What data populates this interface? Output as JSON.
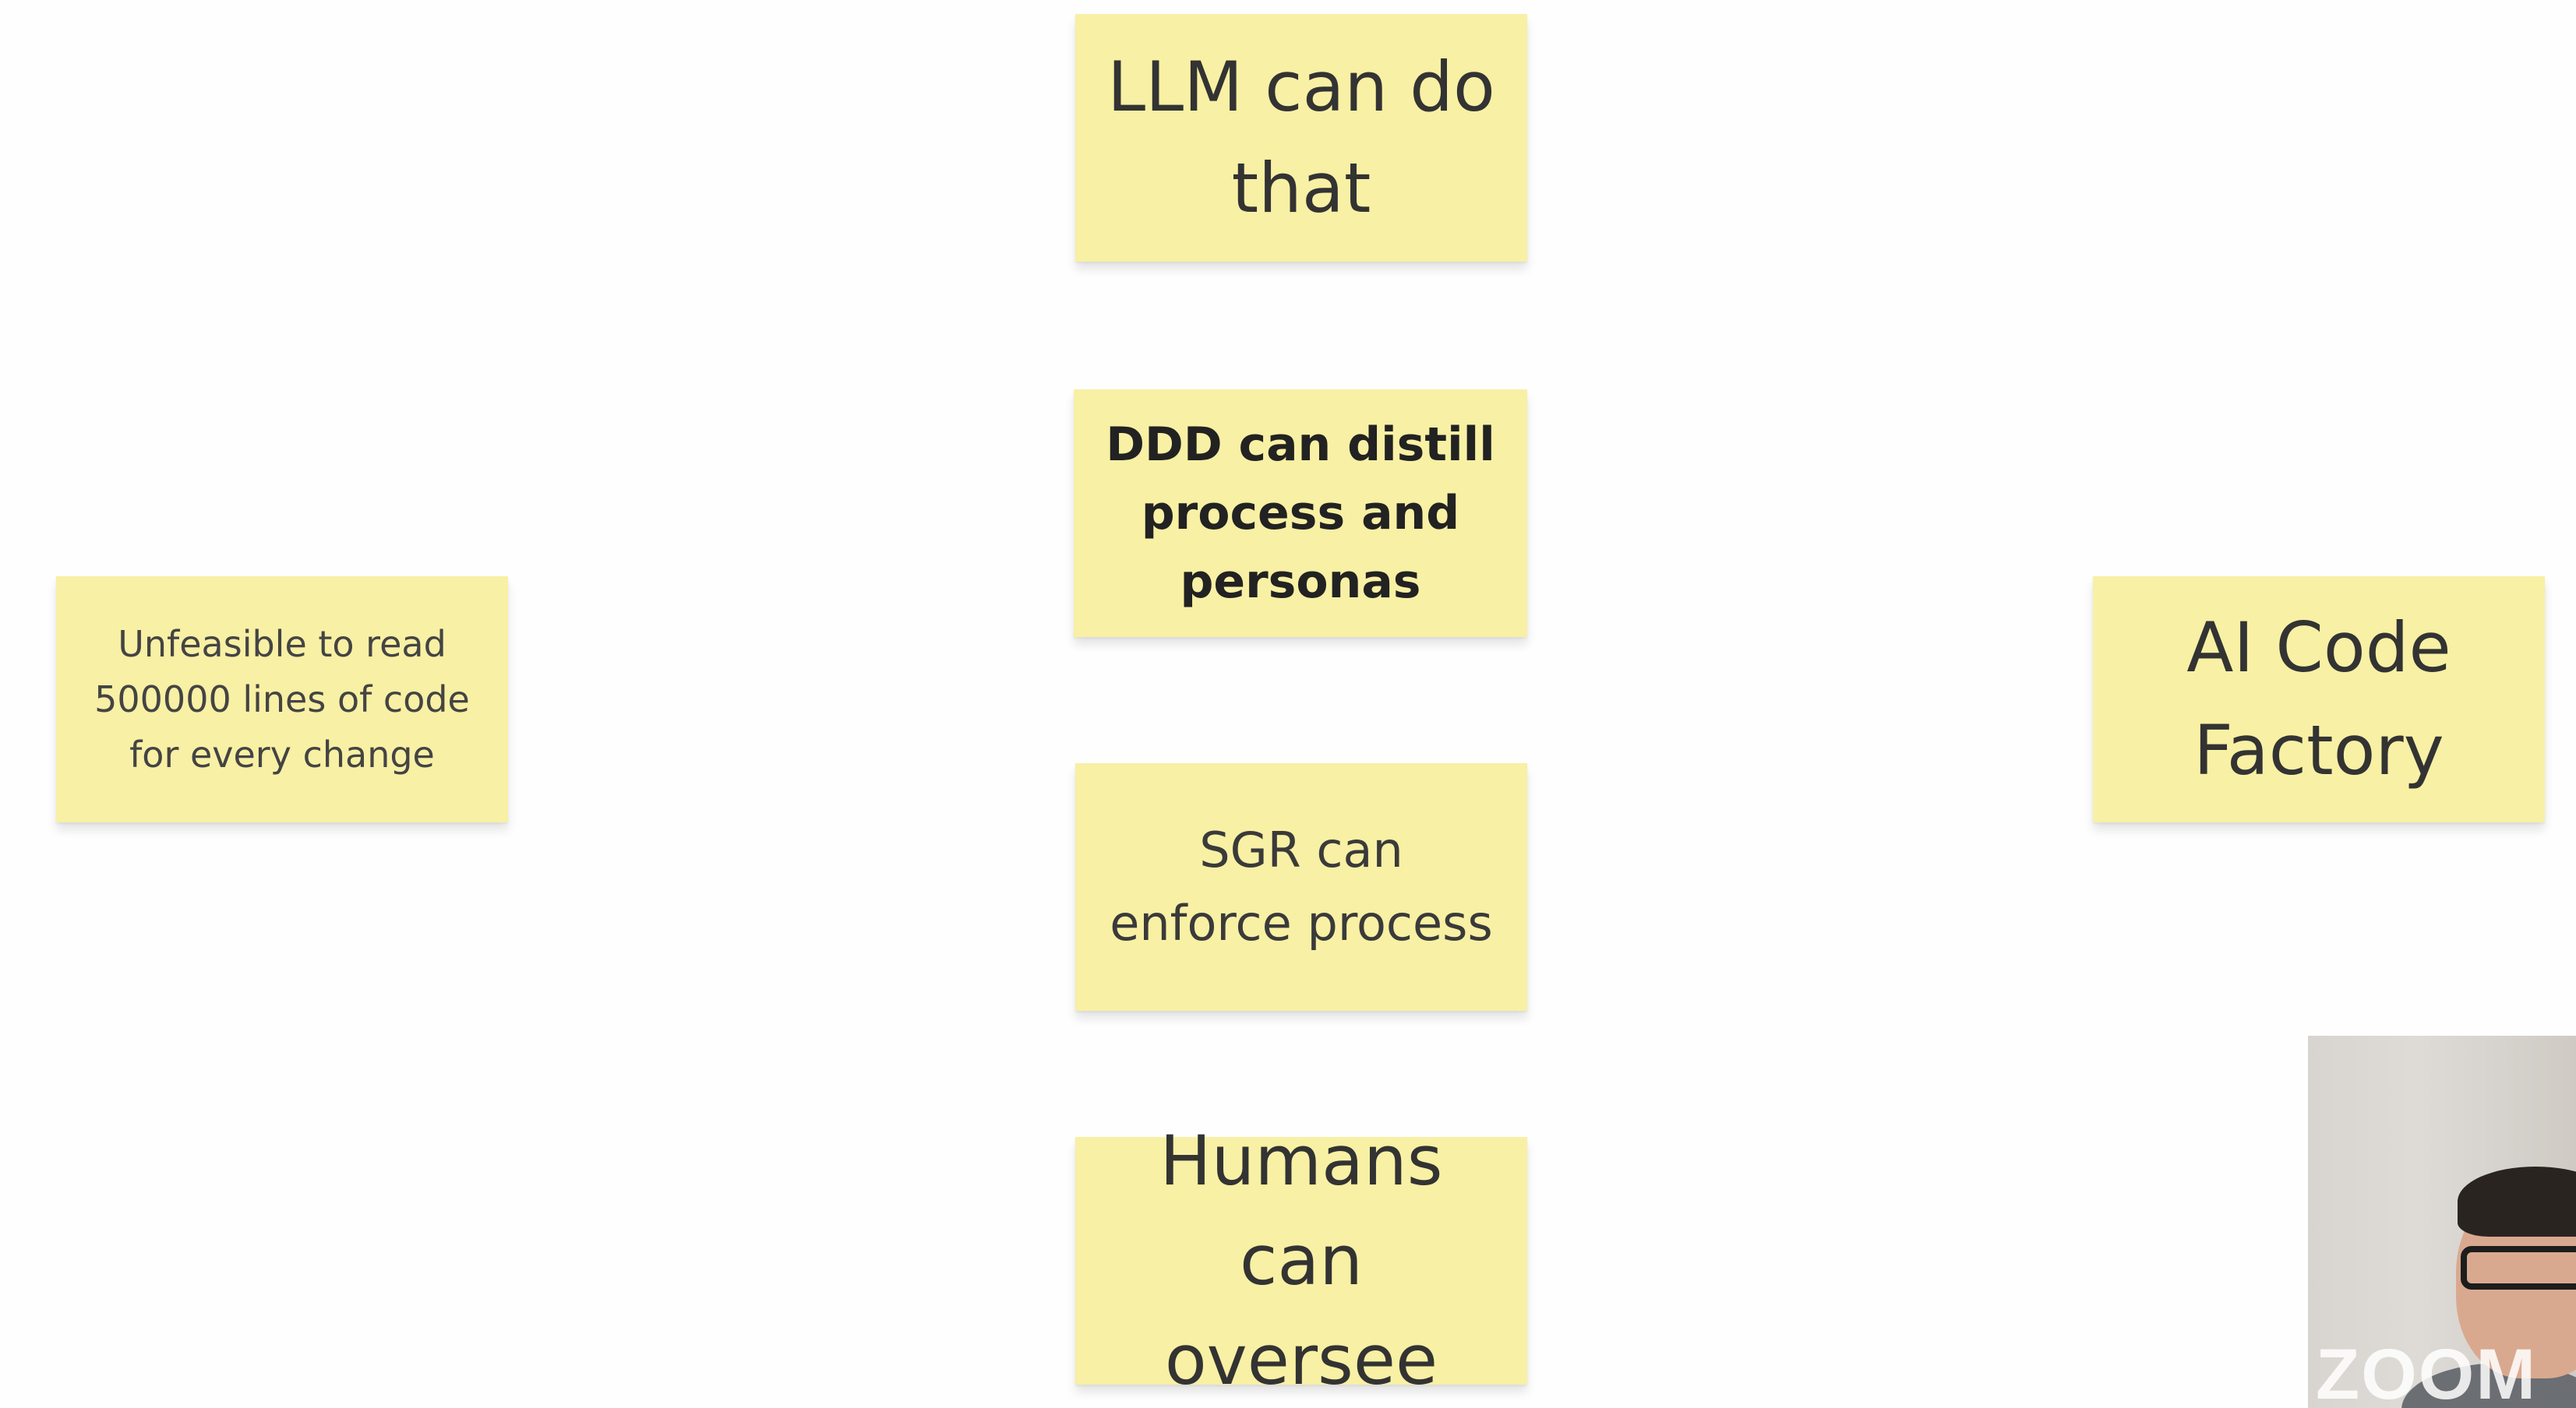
{
  "board": {
    "notes": {
      "llm": "LLM can do\nthat",
      "ddd": "DDD can distill\nprocess and\npersonas",
      "sgr": "SGR can\nenforce process",
      "humans": "Humans\ncan oversee",
      "unfeasible": "Unfeasible to read\n500000 lines of code\nfor every change",
      "ai_factory": "AI Code\nFactory"
    },
    "note_color": "#f8f0a4"
  },
  "video": {
    "brand": "ZOOM"
  }
}
